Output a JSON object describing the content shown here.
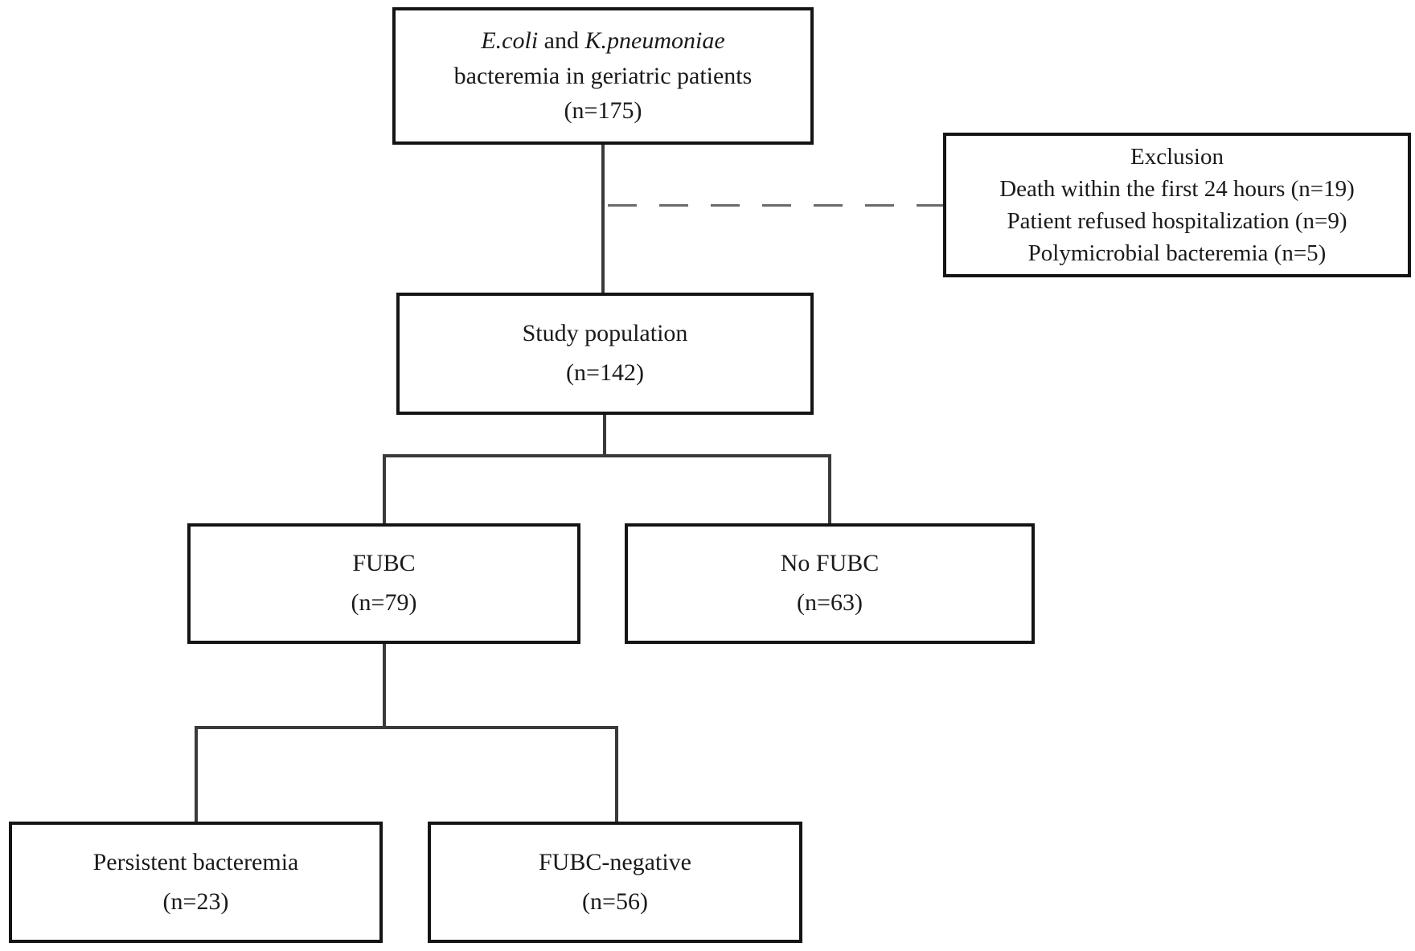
{
  "diagram": {
    "type": "study-flowchart",
    "background_color": "#ffffff",
    "box_border_color": "#141414",
    "connector_color": "#3a3a3a",
    "dashed_connector_color": "#6a6a6a",
    "text_color": "#1a1a1a",
    "boxes": {
      "enrollment": {
        "line1_species1": "E.coli",
        "line1_mid": " and ",
        "line1_species2": "K.pneumoniae",
        "line2": "bacteremia in geriatric patients",
        "line3": "(n=175)"
      },
      "exclusion": {
        "title": "Exclusion",
        "items": [
          "Death within the first 24 hours (n=19)",
          "Patient refused hospitalization (n=9)",
          "Polymicrobial bacteremia (n=5)"
        ]
      },
      "study_population": {
        "line1": "Study population",
        "line2": "(n=142)"
      },
      "fubc": {
        "line1": "FUBC",
        "line2": "(n=79)"
      },
      "no_fubc": {
        "line1": "No FUBC",
        "line2": "(n=63)"
      },
      "persistent": {
        "line1": "Persistent bacteremia",
        "line2": "(n=23)"
      },
      "fubc_negative": {
        "line1": "FUBC-negative",
        "line2": "(n=56)"
      }
    }
  }
}
